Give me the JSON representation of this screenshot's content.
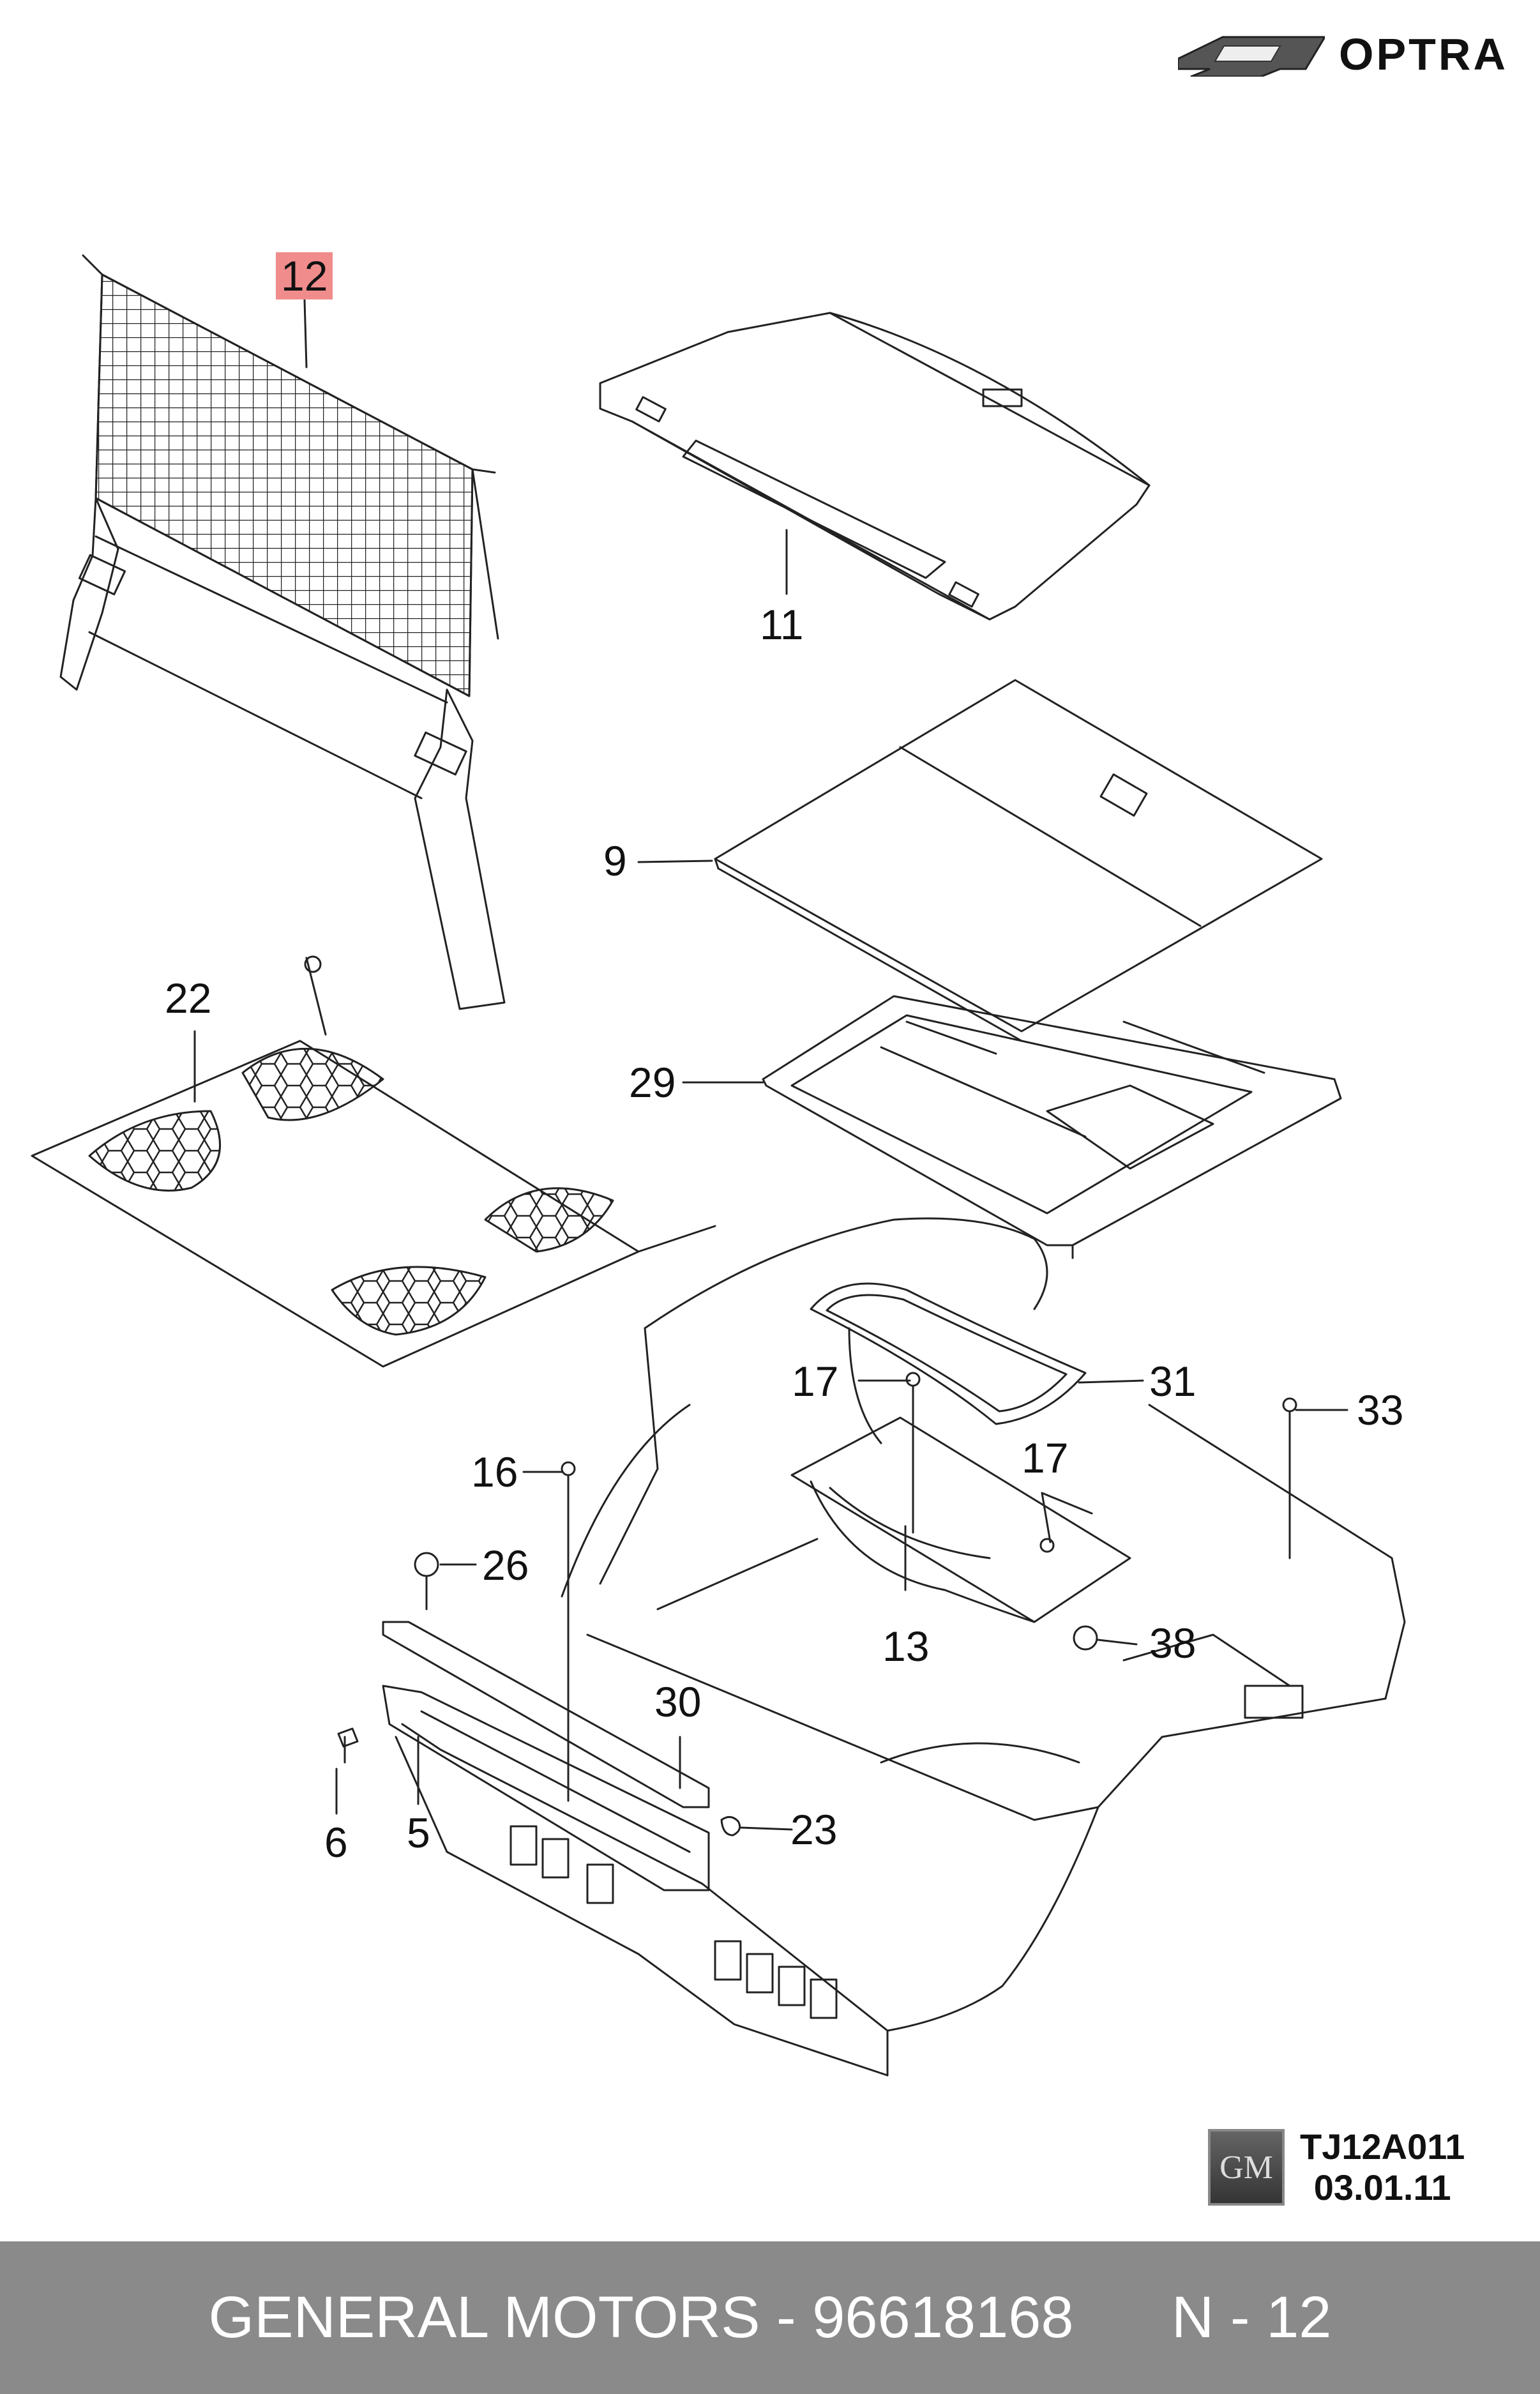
{
  "brand": {
    "model": "OPTRA",
    "logo_icon": "chevrolet-bowtie-icon"
  },
  "callouts": {
    "c12": "12",
    "c11": "11",
    "c9": "9",
    "c22": "22",
    "c29": "29",
    "c17a": "17",
    "c31": "31",
    "c33": "33",
    "c16": "16",
    "c17b": "17",
    "c26": "26",
    "c13": "13",
    "c38": "38",
    "c30": "30",
    "c23": "23",
    "c6": "6",
    "c5": "5"
  },
  "highlight_color": "#f08c8c",
  "reference": {
    "logo_text": "GM",
    "code": "TJ12A011",
    "date": "03.01.11"
  },
  "footer": {
    "text": "GENERAL MOTORS - 96618168      N - 12",
    "background": "#8a8a8a"
  }
}
